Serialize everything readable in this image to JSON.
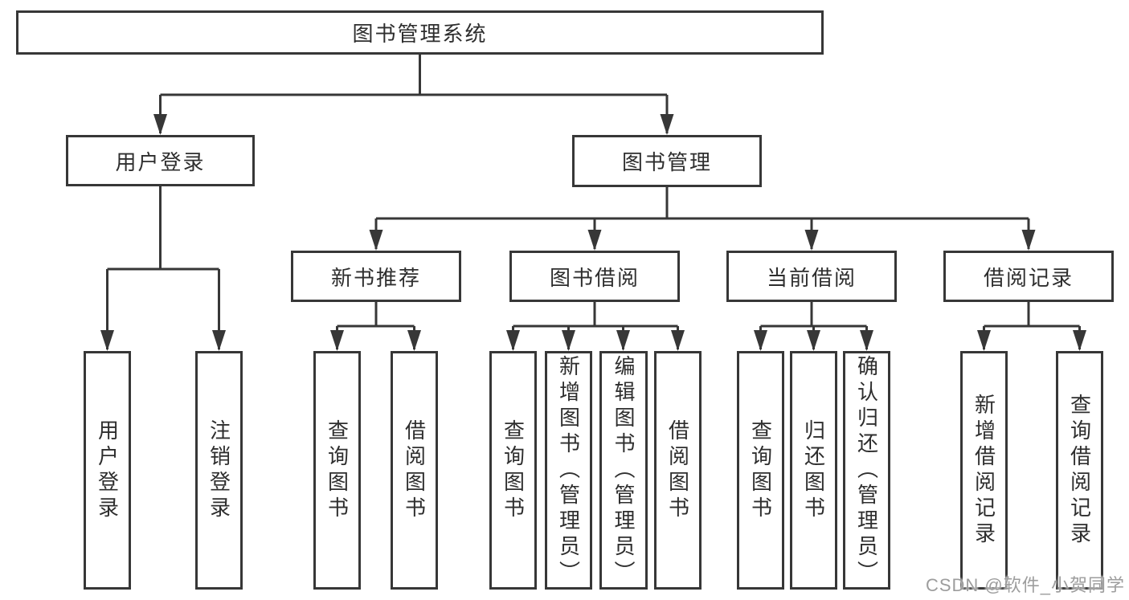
{
  "colors": {
    "line": "#373737",
    "box_border": "#373737",
    "box_fill": "#ffffff",
    "text": "#2e2e2e",
    "watermark_text": "#9d9d9d",
    "background": "#ffffff"
  },
  "tree": {
    "root": {
      "label": "图书管理系统"
    },
    "user_login": {
      "label": "用户登录",
      "children": {
        "login": "用户登录",
        "logout": "注销登录"
      }
    },
    "book_management": {
      "label": "图书管理",
      "sections": {
        "new_book_recommend": {
          "label": "新书推荐",
          "children": {
            "query_books": "查询图书",
            "borrow_books": "借阅图书"
          }
        },
        "book_borrowing": {
          "label": "图书借阅",
          "children": {
            "query_books": "查询图书",
            "add_books_admin": "新增图书（管理员）",
            "edit_books_admin": "编辑图书（管理员）",
            "borrow_books": "借阅图书"
          }
        },
        "current_borrowing": {
          "label": "当前借阅",
          "children": {
            "query_books": "查询图书",
            "return_books": "归还图书",
            "confirm_return_admin": "确认归还（管理员）"
          }
        },
        "borrowing_records": {
          "label": "借阅记录",
          "children": {
            "add_record": "新增借阅记录",
            "query_record": "查询借阅记录"
          }
        }
      }
    }
  },
  "watermark": "CSDN @软件_小贺同学"
}
